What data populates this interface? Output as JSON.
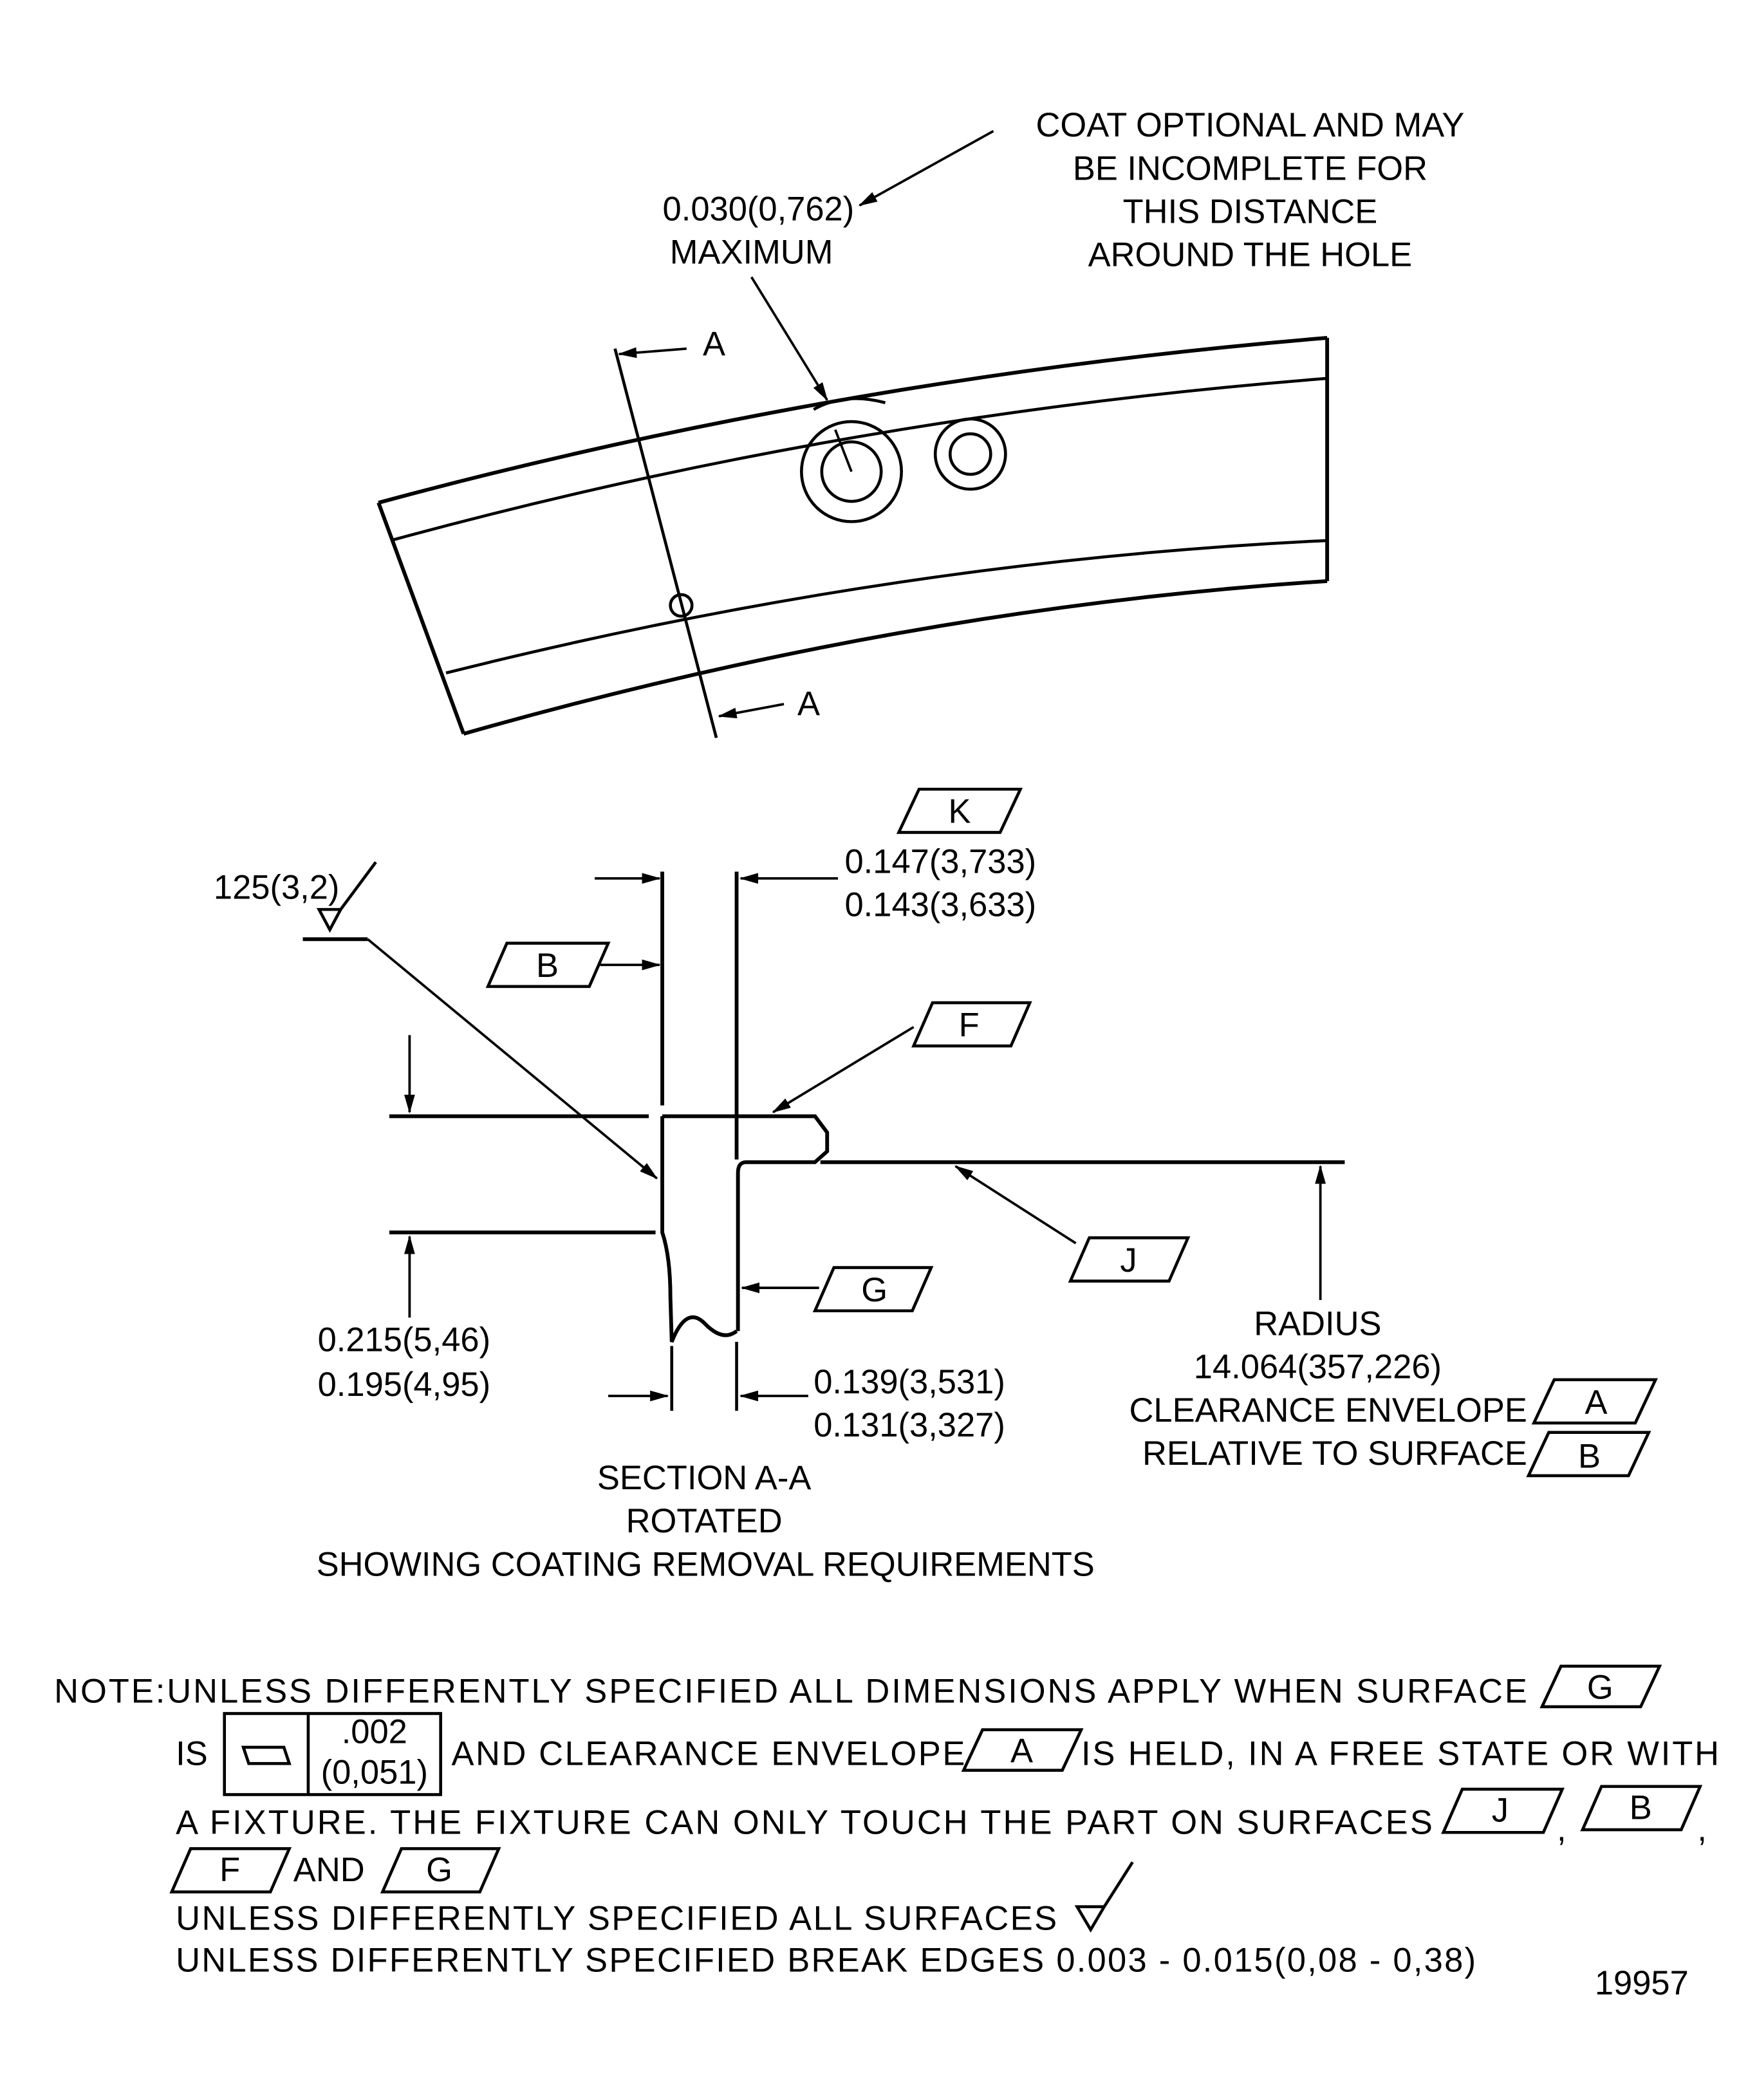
{
  "top_view": {
    "coat_note": [
      "COAT OPTIONAL AND MAY",
      "BE INCOMPLETE FOR",
      "THIS DISTANCE",
      "AROUND THE HOLE"
    ],
    "distance": "0.030(0,762)",
    "distance_qualifier": "MAXIMUM",
    "section_mark": "A"
  },
  "section": {
    "surface_finish": "125(3,2)",
    "datum_k": "K",
    "datum_b": "B",
    "datum_f": "F",
    "datum_j": "J",
    "datum_g": "G",
    "thickness_top": [
      "0.147(3,733)",
      "0.143(3,633)"
    ],
    "height": [
      "0.215(5,46)",
      "0.195(4,95)"
    ],
    "thickness_bottom": [
      "0.139(3,531)",
      "0.131(3,327)"
    ],
    "radius_note": [
      "RADIUS",
      "14.064(357,226)",
      "CLEARANCE ENVELOPE",
      "RELATIVE TO SURFACE"
    ],
    "radius_datums": [
      "A",
      "B"
    ],
    "caption": [
      "SECTION A-A",
      "ROTATED",
      "SHOWING COATING REMOVAL REQUIREMENTS"
    ]
  },
  "notes": {
    "line1": "NOTE:UNLESS DIFFERENTLY SPECIFIED ALL DIMENSIONS APPLY WHEN SURFACE",
    "line1_datum": "G",
    "line2_is": "IS",
    "flatness_value": ".002",
    "flatness_metric": "(0,051)",
    "line2_mid": "AND CLEARANCE ENVELOPE",
    "line2_datum": "A",
    "line2_end": "IS HELD, IN A FREE STATE OR WITH",
    "line3": "A FIXTURE. THE FIXTURE CAN ONLY TOUCH THE PART ON SURFACES",
    "line3_datums": [
      "J",
      "B"
    ],
    "line4_datums": [
      "F",
      "G"
    ],
    "line4_and": "AND",
    "line5": "UNLESS DIFFERENTLY SPECIFIED ALL SURFACES",
    "line6": "UNLESS DIFFERENTLY SPECIFIED BREAK EDGES 0.003 - 0.015(0,08 - 0,38)",
    "figure_number": "19957"
  }
}
